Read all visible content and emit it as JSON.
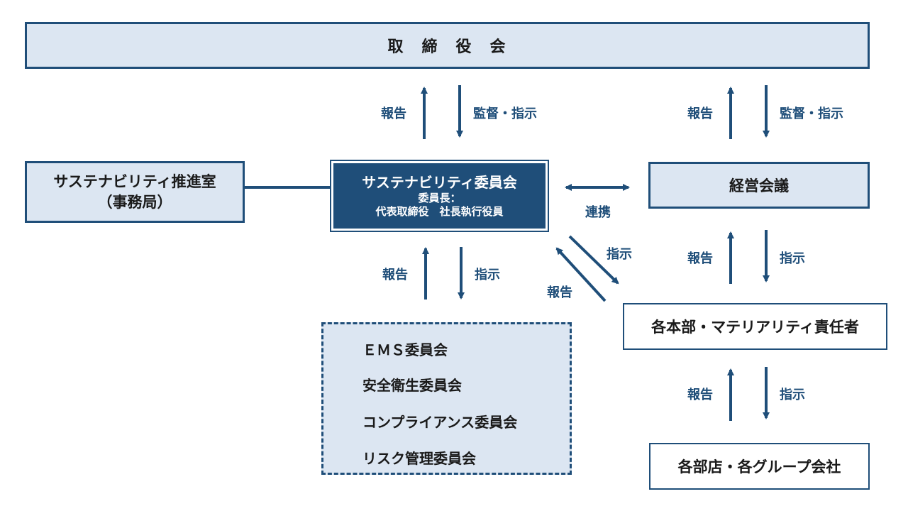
{
  "colors": {
    "navy": "#1f4e79",
    "light_fill": "#dce6f2",
    "white": "#ffffff"
  },
  "board": "取　締　役　会",
  "office": {
    "line1": "サステナビリティ推進室",
    "line2": "（事務局）"
  },
  "committee": {
    "title": "サステナビリティ委員会",
    "chair_label": "委員長：",
    "chair_name": "代表取締役　社長執行役員"
  },
  "management": "経営会議",
  "divisions": "各本部・マテリアリティ責任者",
  "branches": "各部店・各グループ会社",
  "sub_committees": [
    "ＥＭＳ委員会",
    "安全衛生委員会",
    "コンプライアンス委員会",
    "リスク管理委員会"
  ],
  "labels": {
    "report": "報告",
    "supervise": "監督・指示",
    "instruct": "指示",
    "cooperate": "連携"
  }
}
